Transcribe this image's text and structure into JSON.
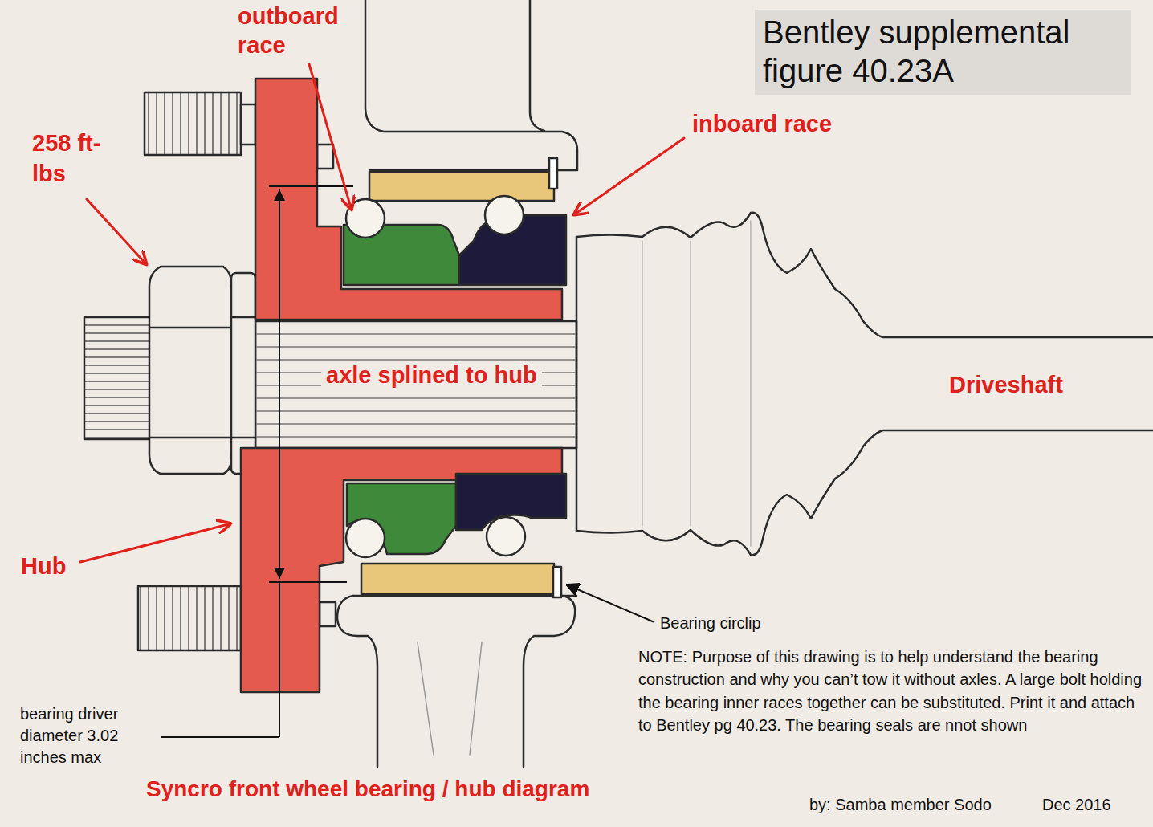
{
  "diagram": {
    "title": "Bentley supplemental figure 40.23A",
    "caption": "Syncro front wheel bearing / hub diagram",
    "labels": [
      "outboard race",
      "inboard race",
      "258 ft-lbs",
      "axle splined to hub",
      "Driveshaft",
      "Hub",
      "Bearing circlip",
      "NOTE: Purpose of this drawing is to help understand the bearing construction and why you can’t tow it without axles. A large bolt holding the bearing inner races together can be substituted. Print it and attach to Bentley pg 40.23. The bearing seals are nnot shown",
      "bearing driver diameter 3.02 inches max",
      "by: Samba member Sodo",
      "Dec 2016"
    ]
  }
}
